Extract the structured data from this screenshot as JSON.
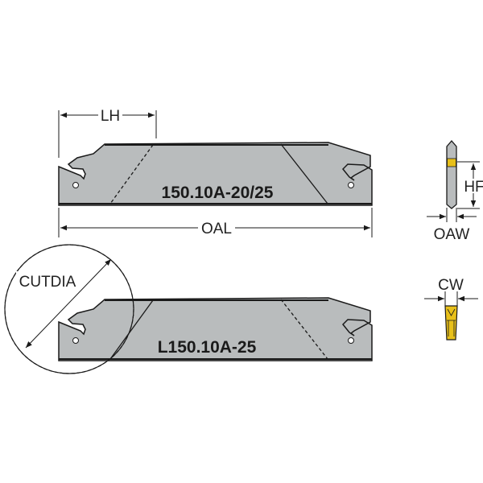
{
  "labels": {
    "lh": "LH",
    "oal": "OAL",
    "cutdia": "CUTDIA",
    "hf": "HF",
    "oaw": "OAW",
    "cw": "CW"
  },
  "blades": [
    {
      "code": "150.10A-20/25"
    },
    {
      "code": "L150.10A-25"
    }
  ],
  "colors": {
    "blade": "#b9bcbd",
    "insert": "#e8c01a",
    "line": "#1a1a1a"
  }
}
